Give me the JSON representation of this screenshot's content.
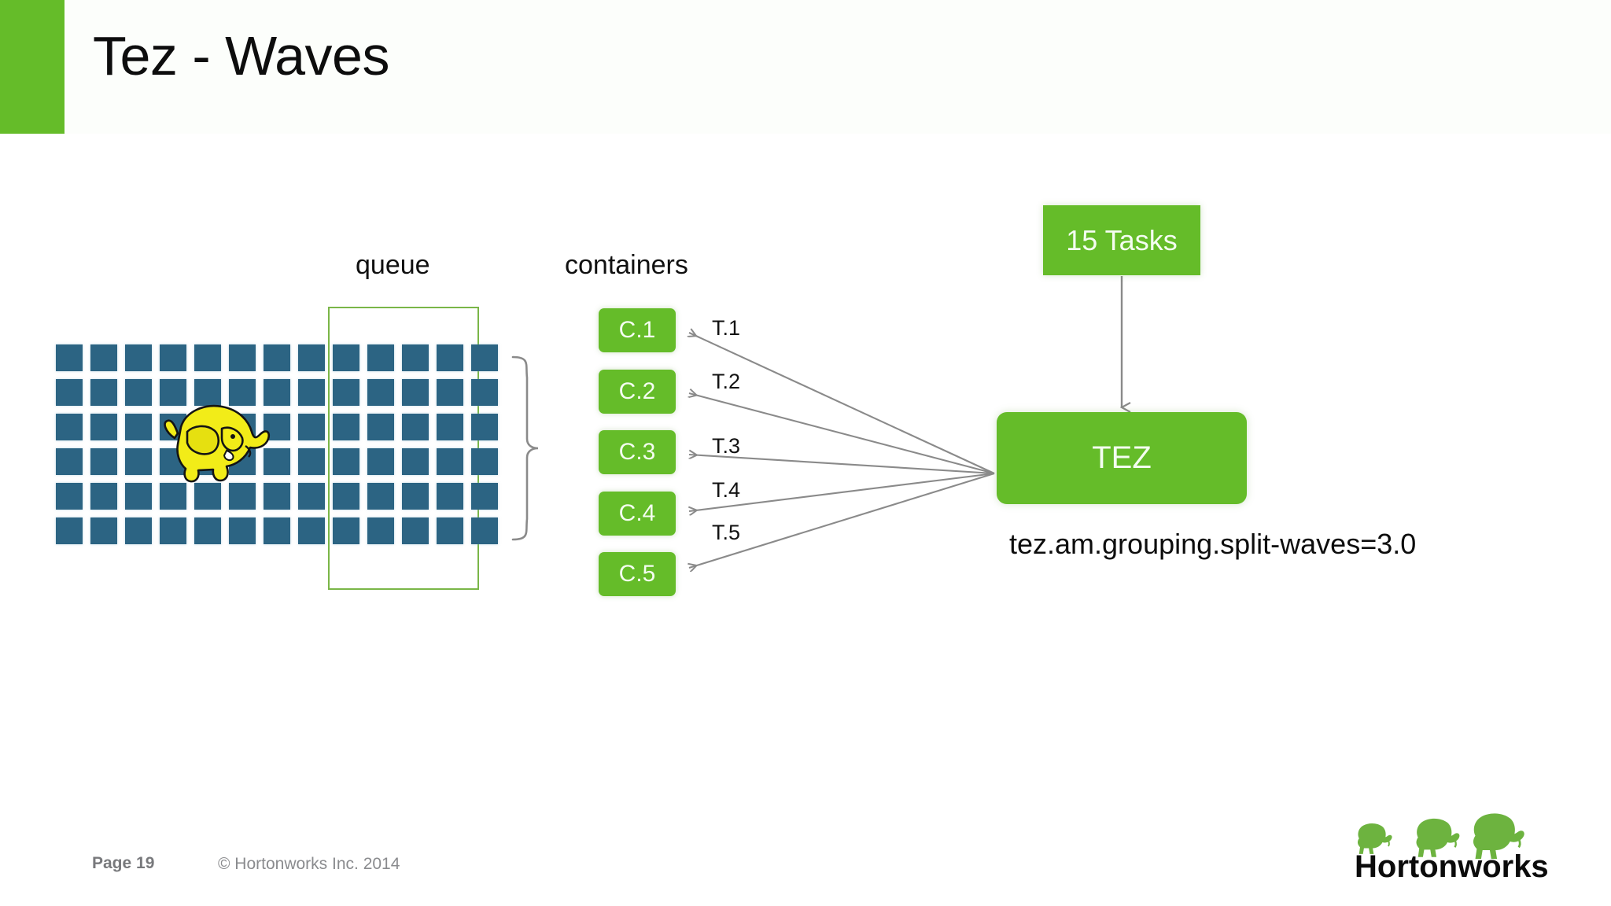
{
  "slide": {
    "title": "Tez - Waves",
    "accent_color": "#65bc29",
    "grid": {
      "columns": 13,
      "rows": 6,
      "cell_color": "#2c6483",
      "icon": "hadoop-elephant-icon"
    },
    "queue": {
      "label": "queue",
      "border_color": "#7ab648",
      "columns_inside": 4
    },
    "containers": {
      "label": "containers",
      "color": "#65bc29",
      "items": [
        {
          "name": "C.1",
          "task": "T.1"
        },
        {
          "name": "C.2",
          "task": "T.2"
        },
        {
          "name": "C.3",
          "task": "T.3"
        },
        {
          "name": "C.4",
          "task": "T.4"
        },
        {
          "name": "C.5",
          "task": "T.5"
        }
      ]
    },
    "tasks_box": {
      "label": "15 Tasks",
      "color": "#65bc29"
    },
    "engine_box": {
      "label": "TEZ",
      "color": "#65bc29"
    },
    "config": {
      "text": "tez.am.grouping.split-waves=3.0"
    }
  },
  "footer": {
    "page": "Page 19",
    "copyright": "© Hortonworks Inc. 2014",
    "logo_text": "Hortonworks"
  }
}
